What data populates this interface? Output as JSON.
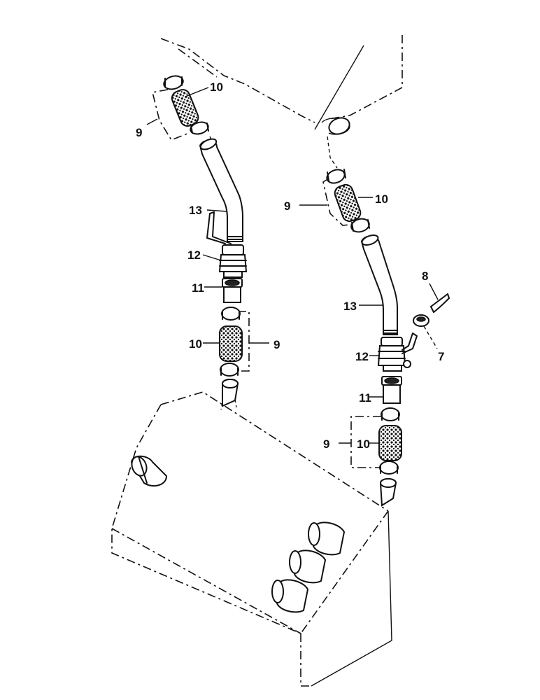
{
  "labels": {
    "left": {
      "hose_assembly": "9",
      "filter": "10",
      "pipe": "13",
      "valve": "12",
      "adapter": "11",
      "lower_assembly": "9",
      "lower_filter": "10"
    },
    "right": {
      "hose_assembly": "9",
      "filter": "10",
      "pipe": "13",
      "valve": "12",
      "adapter": "11",
      "lower_assembly": "9",
      "lower_filter": "10",
      "clip": "8",
      "cap": "7"
    }
  },
  "colors": {
    "ink": "#111111",
    "paper": "#ffffff"
  }
}
